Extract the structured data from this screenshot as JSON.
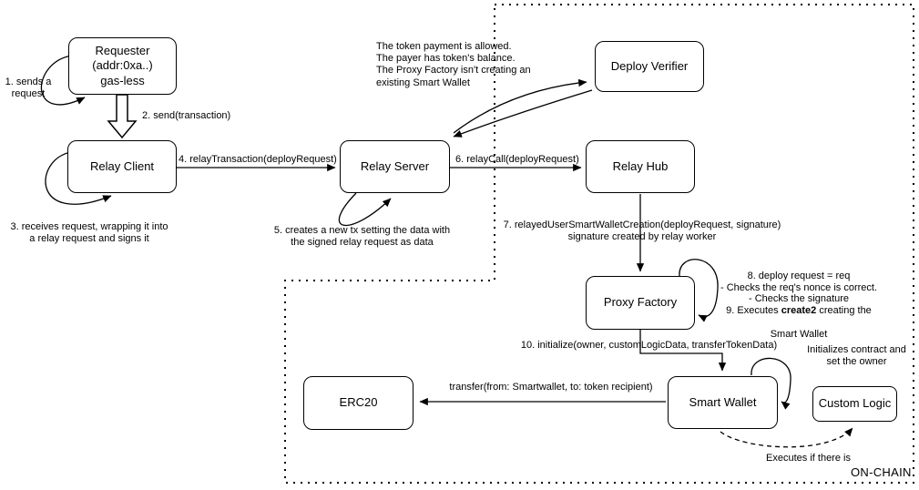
{
  "nodes": {
    "requester": {
      "label": "Requester\n(addr:0xa..)\ngas-less"
    },
    "relay_client": {
      "label": "Relay Client"
    },
    "relay_server": {
      "label": "Relay Server"
    },
    "deploy_verifier": {
      "label": "Deploy Verifier"
    },
    "relay_hub": {
      "label": "Relay Hub"
    },
    "proxy_factory": {
      "label": "Proxy Factory"
    },
    "smart_wallet": {
      "label": "Smart Wallet"
    },
    "custom_logic": {
      "label": "Custom Logic"
    },
    "erc20": {
      "label": "ERC20"
    }
  },
  "edges": {
    "step1": "1. sends a\nrequest",
    "step2": "2. send(transaction)",
    "step3": "3. receives request, wrapping it into\na relay request and signs it",
    "step4": "4. relayTransaction(deployRequest)",
    "step5": "5. creates a new tx setting the data with\nthe signed relay request as data",
    "step6": "6. relayCall(deployRequest)",
    "step7": "7. relayedUserSmartWalletCreation(deployRequest, signature)\nsignature created by relay worker",
    "step8": "8. deploy request = req\n- Checks the req's nonce is correct.\n- Checks the signature",
    "step9_pre": "9. Executes ",
    "step9_bold": "create2",
    "step9_post": " creating the",
    "step9_line2": "Smart Wallet",
    "step10": "10. initialize(owner, customLogicData, transferTokenData)",
    "transfer": "transfer(from: Smartwallet, to: token recipient)",
    "executes_if": "Executes if there is"
  },
  "notes": {
    "verifier_checks": "The token payment is allowed.\nThe payer has token's balance.\nThe Proxy Factory isn't creating an\nexisting Smart Wallet",
    "initializes": "Initializes contract and\nset the owner"
  },
  "region": {
    "onchain_label": "ON-CHAIN"
  },
  "colors": {
    "stroke": "#000000",
    "background": "#ffffff"
  }
}
